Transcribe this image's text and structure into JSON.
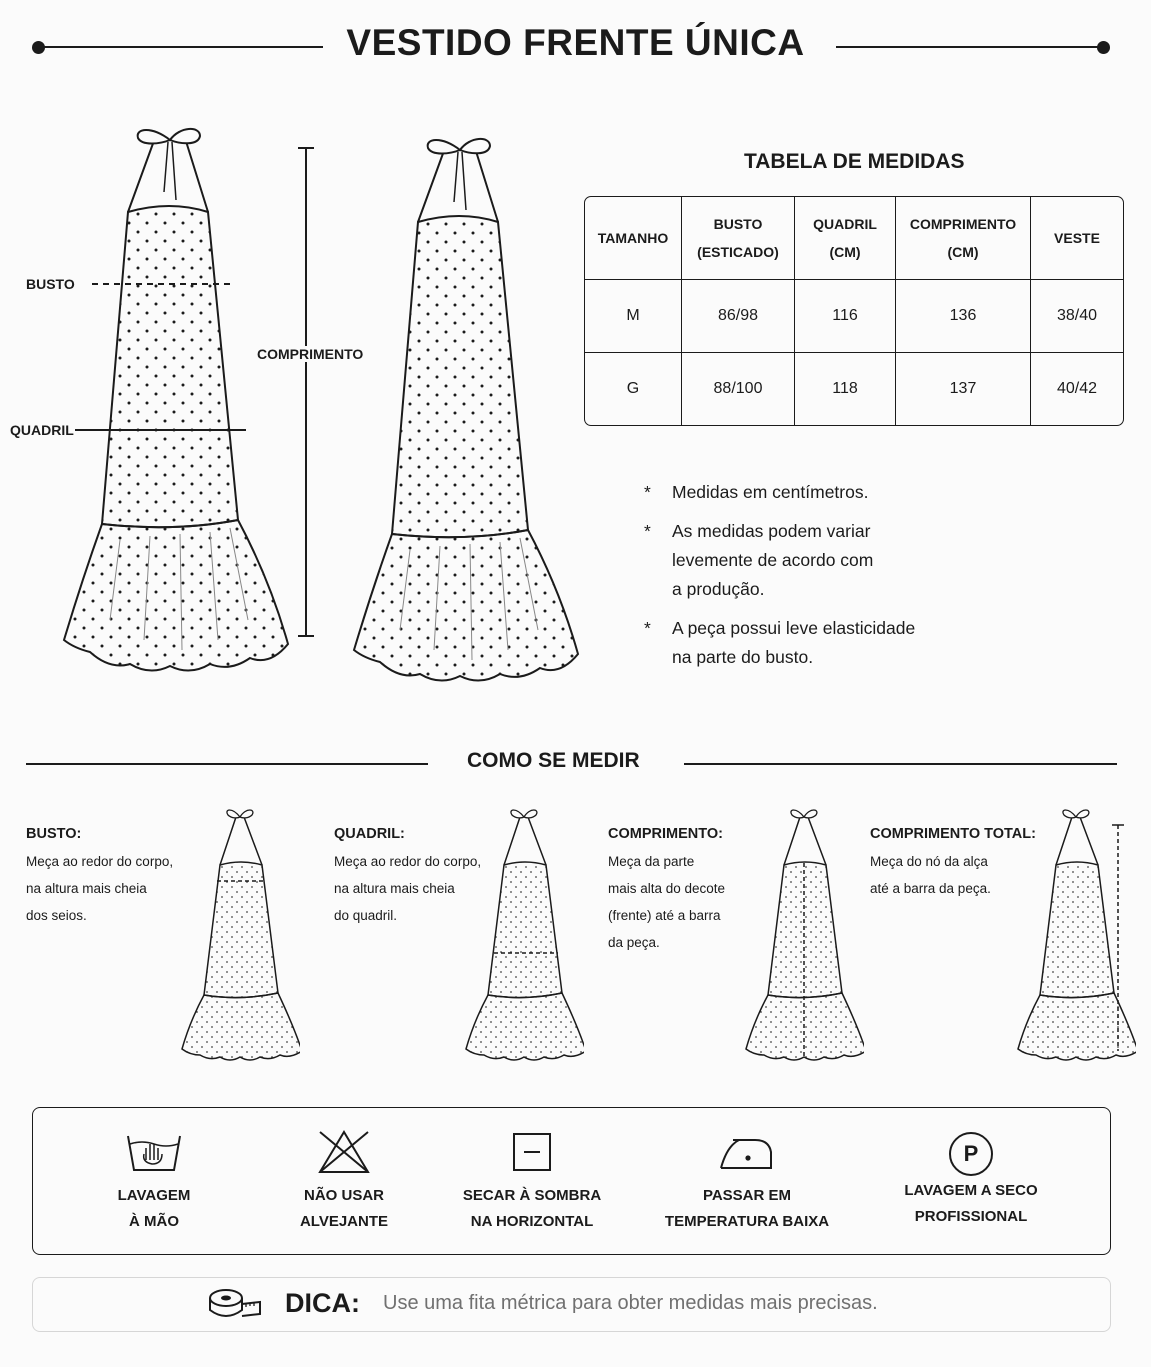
{
  "title": "VESTIDO FRENTE ÚNICA",
  "diagram_labels": {
    "busto": "BUSTO",
    "quadril": "QUADRIL",
    "comprimento": "COMPRIMENTO"
  },
  "size_table": {
    "title": "TABELA DE MEDIDAS",
    "headers": [
      [
        "TAMANHO"
      ],
      [
        "BUSTO",
        "(ESTICADO)"
      ],
      [
        "QUADRIL",
        "(CM)"
      ],
      [
        "COMPRIMENTO",
        "(CM)"
      ],
      [
        "VESTE"
      ]
    ],
    "rows": [
      [
        "M",
        "86/98",
        "116",
        "136",
        "38/40"
      ],
      [
        "G",
        "88/100",
        "118",
        "137",
        "40/42"
      ]
    ]
  },
  "notes": [
    {
      "bullet": "*",
      "lines": [
        "Medidas em centímetros."
      ]
    },
    {
      "bullet": "*",
      "lines": [
        "As medidas podem variar",
        "levemente de acordo com",
        "a produção."
      ]
    },
    {
      "bullet": "*",
      "lines": [
        "A peça possui leve elasticidade",
        "na parte do busto."
      ]
    }
  ],
  "how_to_measure": {
    "title": "COMO SE MEDIR",
    "items": [
      {
        "heading": "BUSTO:",
        "lines": [
          "Meça ao redor do corpo,",
          "na altura mais cheia",
          "dos seios."
        ]
      },
      {
        "heading": "QUADRIL:",
        "lines": [
          "Meça ao redor do corpo,",
          "na altura mais cheia",
          "do quadril."
        ]
      },
      {
        "heading": "COMPRIMENTO:",
        "lines": [
          "Meça da parte",
          "mais alta do decote",
          "(frente) até a barra",
          "da peça."
        ]
      },
      {
        "heading": "COMPRIMENTO TOTAL:",
        "lines": [
          "Meça do nó da alça",
          "até a barra da peça."
        ]
      }
    ]
  },
  "care": [
    {
      "icon": "hand-wash-icon",
      "lines": [
        "LAVAGEM",
        "À MÃO"
      ]
    },
    {
      "icon": "no-bleach-icon",
      "lines": [
        "NÃO USAR",
        "ALVEJANTE"
      ]
    },
    {
      "icon": "dry-flat-shade-icon",
      "lines": [
        "SECAR À SOMBRA",
        "NA HORIZONTAL"
      ]
    },
    {
      "icon": "iron-low-icon",
      "lines": [
        "PASSAR EM",
        "TEMPERATURA BAIXA"
      ]
    },
    {
      "icon": "dry-clean-p-icon",
      "symbol": "P",
      "lines": [
        "LAVAGEM A SECO",
        "PROFISSIONAL"
      ]
    }
  ],
  "tip": {
    "icon": "measuring-tape-icon",
    "label": "DICA:",
    "text": "Use uma fita métrica para obter medidas mais precisas."
  }
}
